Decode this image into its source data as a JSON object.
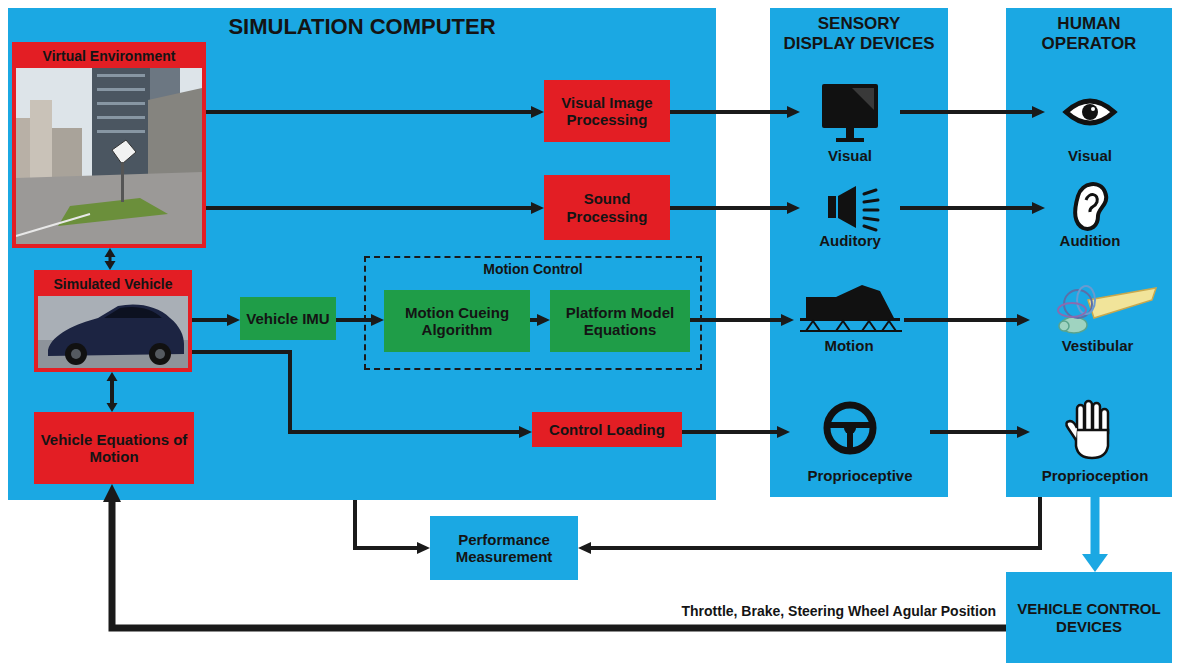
{
  "diagram": {
    "nodes": [
      {
        "text": [
          "SIMULATION COMPUTER"
        ]
      },
      {
        "text": [
          "Virtual Environment"
        ],
        "in": 0
      },
      {
        "text": [
          "Visual Image Processing"
        ],
        "in": 0
      },
      {
        "text": [
          "Sound Processing"
        ],
        "in": 0
      },
      {
        "text": [
          "Simulated Vehicle"
        ],
        "in": 0
      },
      {
        "text": [
          "Motion Control"
        ],
        "in": 0
      },
      {
        "text": [
          "Vehicle IMU"
        ],
        "in": 0
      },
      {
        "text": [
          "Motion Cueing Algorithm"
        ],
        "in": 5
      },
      {
        "text": [
          "Platform Model Equations"
        ],
        "in": 5
      },
      {
        "text": [
          "Vehicle Equations of Motion"
        ],
        "in": 0
      },
      {
        "text": [
          "Control Loading"
        ],
        "in": 0
      },
      {
        "text": [
          "SENSORY DISPLAY DEVICES"
        ]
      },
      {
        "text": [
          "Visual"
        ],
        "in": 11
      },
      {
        "text": [
          "Auditory"
        ],
        "in": 11
      },
      {
        "text": [
          "Motion"
        ],
        "in": 11
      },
      {
        "text": [
          "Proprioceptive"
        ],
        "in": 11
      },
      {
        "text": [
          "HUMAN OPERATOR"
        ]
      },
      {
        "text": [
          "Visual"
        ],
        "in": 16
      },
      {
        "text": [
          "Audition"
        ],
        "in": 16
      },
      {
        "text": [
          "Vestibular"
        ],
        "in": 16
      },
      {
        "text": [
          "Proprioception"
        ],
        "in": 16
      },
      {
        "text": [
          "Performance Measurement"
        ]
      },
      {
        "text": [
          "VEHICLE CONTROL DEVICES"
        ]
      }
    ],
    "edges": [
      {
        "from": 1,
        "to": 2,
        "arrow": "to"
      },
      {
        "from": 1,
        "to": 3,
        "arrow": "to"
      },
      {
        "from": 1,
        "to": 4,
        "arrow": "both"
      },
      {
        "from": 4,
        "to": 9,
        "arrow": "both"
      },
      {
        "from": 4,
        "to": 6,
        "arrow": "to"
      },
      {
        "from": 6,
        "to": 7,
        "arrow": "to"
      },
      {
        "from": 7,
        "to": 8,
        "arrow": "to"
      },
      {
        "from": 8,
        "to": 14,
        "arrow": "to"
      },
      {
        "from": 4,
        "to": 10,
        "arrow": "to"
      },
      {
        "from": 2,
        "to": 12,
        "arrow": "to"
      },
      {
        "from": 3,
        "to": 13,
        "arrow": "to"
      },
      {
        "from": 10,
        "to": 15,
        "arrow": "to"
      },
      {
        "from": 12,
        "to": 17,
        "arrow": "to"
      },
      {
        "from": 13,
        "to": 18,
        "arrow": "to"
      },
      {
        "from": 14,
        "to": 19,
        "arrow": "to"
      },
      {
        "from": 15,
        "to": 20,
        "arrow": "to"
      },
      {
        "from": 0,
        "to": 21,
        "arrow": "to"
      },
      {
        "from": 16,
        "to": 21,
        "arrow": "to"
      },
      {
        "from": 16,
        "to": 22,
        "arrow": "to"
      },
      {
        "from": 22,
        "to": 9,
        "arrow": "to",
        "label": "Throttle, Brake, Steering Wheel Agular Position"
      }
    ]
  }
}
